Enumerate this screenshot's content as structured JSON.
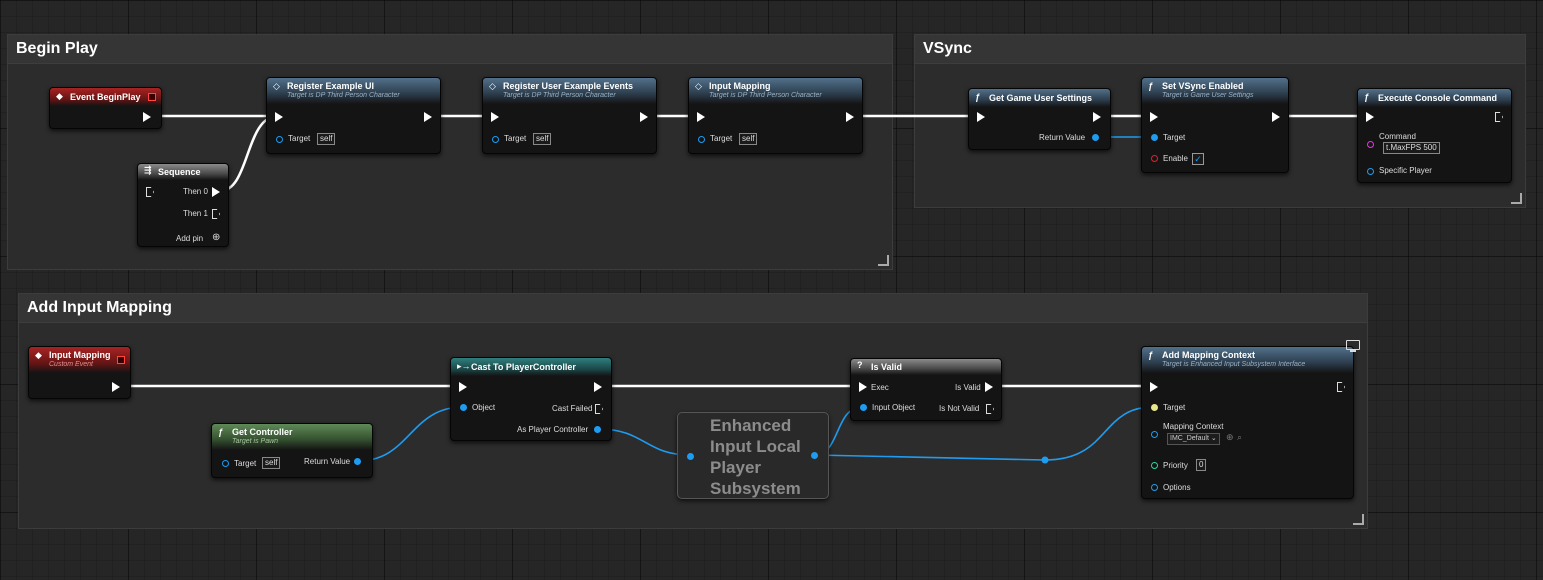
{
  "comments": {
    "begin_play": "Begin Play",
    "vsync": "VSync",
    "add_input_mapping": "Add Input Mapping"
  },
  "event_begin_play": {
    "title": "Event BeginPlay"
  },
  "sequence": {
    "title": "Sequence",
    "then0": "Then 0",
    "then1": "Then 1",
    "add_pin": "Add pin"
  },
  "register_example_ui": {
    "title": "Register Example UI",
    "subtitle": "Target is DP Third Person Character",
    "target": "Target",
    "self": "self"
  },
  "register_user_events": {
    "title": "Register User Example Events",
    "subtitle": "Target is DP Third Person Character",
    "target": "Target",
    "self": "self"
  },
  "input_mapping_call": {
    "title": "Input Mapping",
    "subtitle": "Target is DP Third Person Character",
    "target": "Target",
    "self": "self"
  },
  "get_game_user_settings": {
    "title": "Get Game User Settings",
    "return_value": "Return Value"
  },
  "set_vsync": {
    "title": "Set VSync Enabled",
    "subtitle": "Target is Game User Settings",
    "target": "Target",
    "enable": "Enable"
  },
  "execute_console": {
    "title": "Execute Console Command",
    "command": "Command",
    "command_value": "t.MaxFPS 500",
    "specific_player": "Specific Player"
  },
  "input_mapping_event": {
    "title": "Input Mapping",
    "subtitle": "Custom Event"
  },
  "get_controller": {
    "title": "Get Controller",
    "subtitle": "Target is Pawn",
    "target": "Target",
    "self": "self",
    "return_value": "Return Value"
  },
  "cast_pc": {
    "title": "Cast To PlayerController",
    "object": "Object",
    "cast_failed": "Cast Failed",
    "as_pc": "As Player Controller"
  },
  "subsystem": {
    "line1": "Enhanced",
    "line2": "Input Local",
    "line3": "Player",
    "line4": "Subsystem"
  },
  "is_valid": {
    "title": "Is Valid",
    "exec": "Exec",
    "input_object": "Input Object",
    "is_valid": "Is Valid",
    "is_not_valid": "Is Not Valid"
  },
  "add_mapping_context": {
    "title": "Add Mapping Context",
    "subtitle": "Target is Enhanced Input Subsystem Interface",
    "target": "Target",
    "mapping_context": "Mapping Context",
    "mapping_value": "IMC_Default",
    "priority": "Priority",
    "priority_value": "0",
    "options": "Options"
  },
  "colors": {
    "exec_wire": "#ffffff",
    "object_wire": "#1f9cf0",
    "bool_pin": "#d22233",
    "string_pin": "#e13ad7",
    "int_pin": "#27d7a0"
  }
}
